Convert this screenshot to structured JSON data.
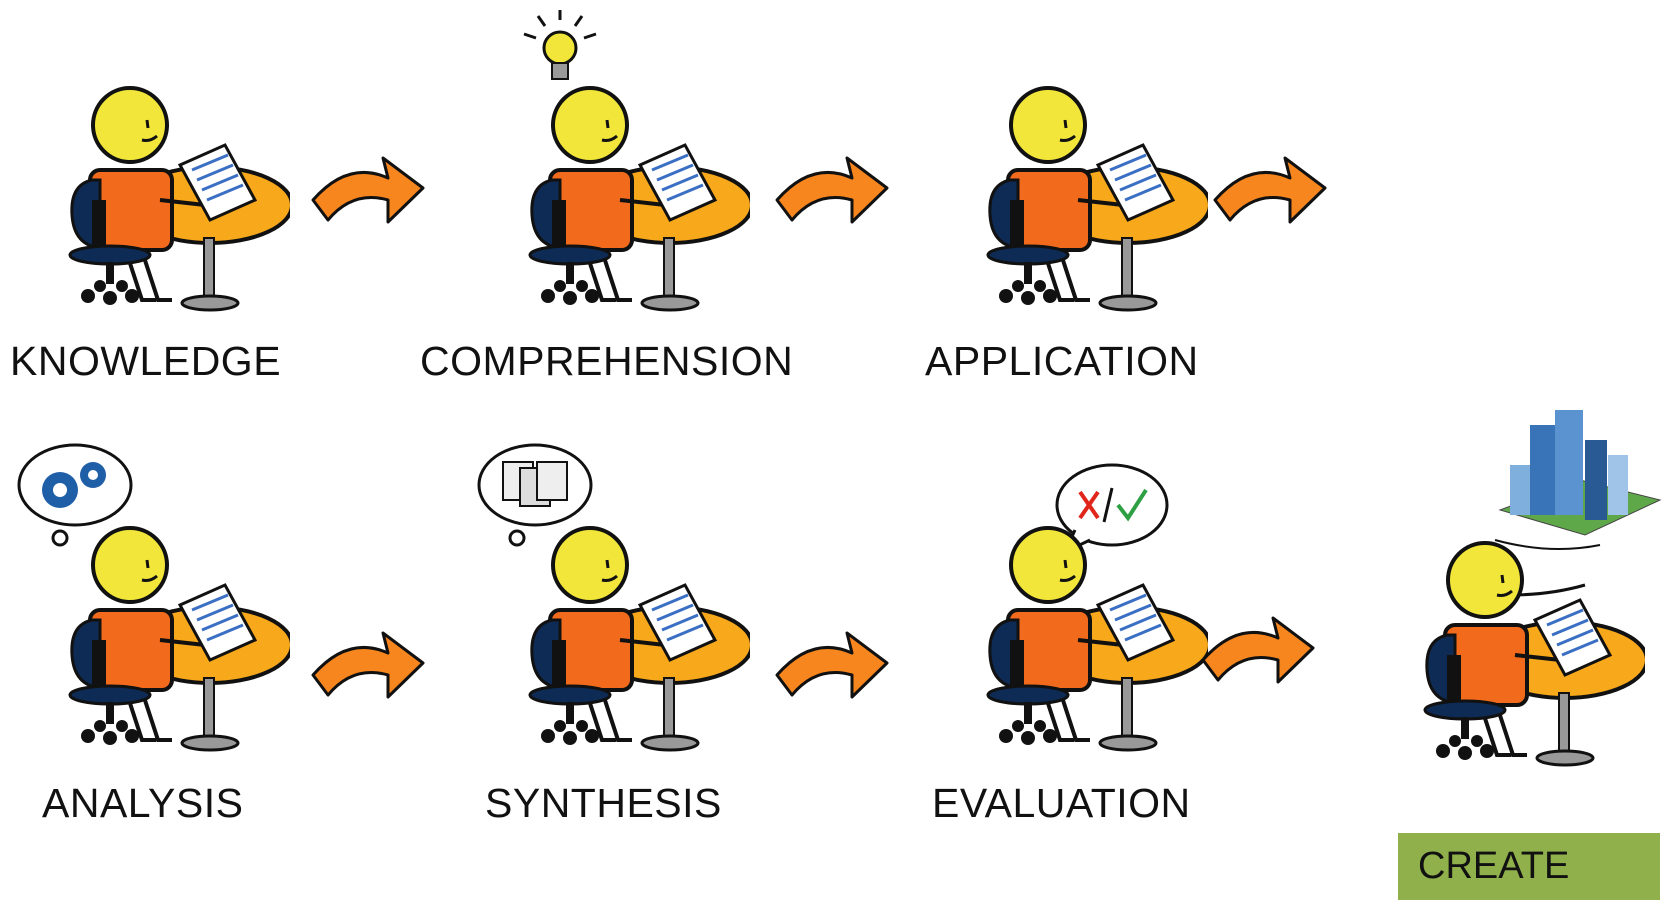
{
  "stages": [
    {
      "id": "knowledge",
      "label": "KNOWLEDGE"
    },
    {
      "id": "comprehension",
      "label": "COMPREHENSION"
    },
    {
      "id": "application",
      "label": "APPLICATION"
    },
    {
      "id": "analysis",
      "label": "ANALYSIS"
    },
    {
      "id": "synthesis",
      "label": "SYNTHESIS"
    },
    {
      "id": "evaluation",
      "label": "EVALUATION"
    },
    {
      "id": "create",
      "label": "CREATE"
    }
  ],
  "colors": {
    "head": "#f2e63a",
    "body": "#f26a1b",
    "chair": "#0d2b55",
    "desk": "#f7a81b",
    "arrow": "#f7861f",
    "create_box": "#8fb04a",
    "wrong_mark": "#e0251b",
    "right_mark": "#2ea043",
    "gears": "#1f5fa8"
  },
  "icons": {
    "comprehension": "lightbulb-icon",
    "analysis": "gears-thought-icon",
    "synthesis": "documents-thought-icon",
    "evaluation": "cross-check-speech-icon",
    "create": "city-buildings-icon"
  }
}
